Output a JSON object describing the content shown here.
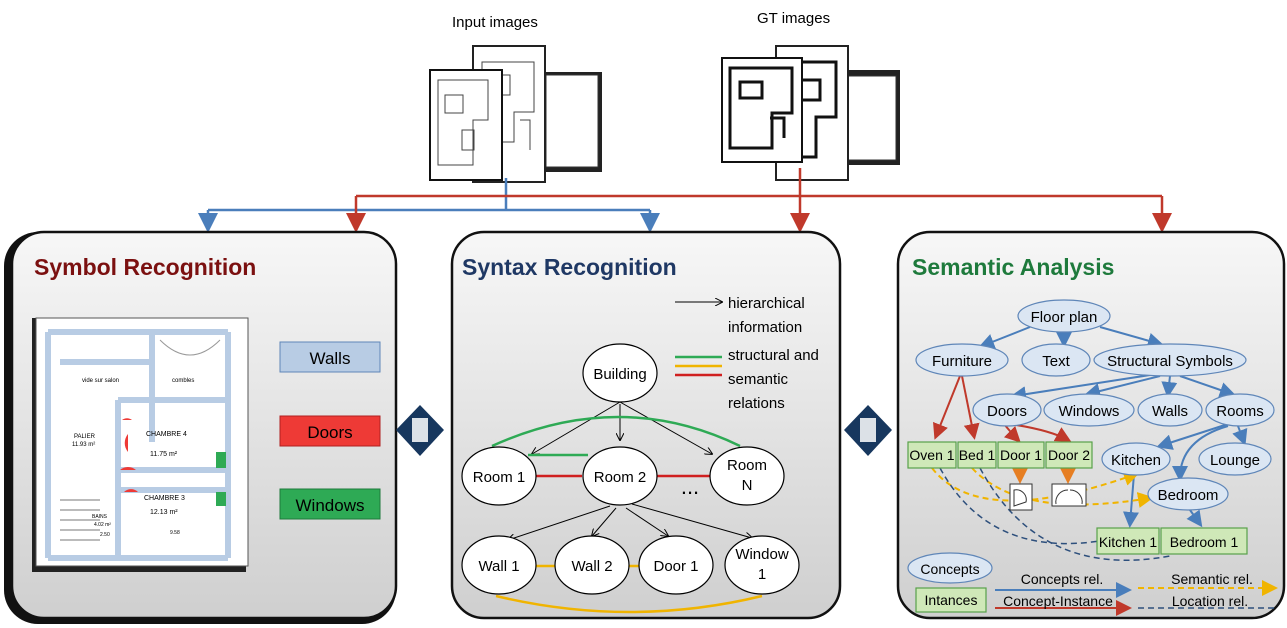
{
  "header": {
    "input_label": "Input images",
    "gt_label": "GT images"
  },
  "panels": {
    "symbol": {
      "title": "Symbol Recognition",
      "title_color": "#7b1010",
      "classes": [
        {
          "label": "Walls",
          "color": "#b8cce4"
        },
        {
          "label": "Doors",
          "color": "#ee3a36"
        },
        {
          "label": "Windows",
          "color": "#2eaa55"
        }
      ],
      "plan": {
        "rooms": [
          "vide sur salon",
          "combles",
          "PALIER",
          "11.93 m²",
          "CHAMBRE 4",
          "11.75 m²",
          "CHAMBRE 3",
          "12.13 m²",
          "BAINS",
          "4.02 m²"
        ],
        "dims": [
          "2.50",
          "9.58"
        ]
      }
    },
    "syntax": {
      "title": "Syntax Recognition",
      "title_color": "#1f3864",
      "legend": {
        "hier_line1": "hierarchical",
        "hier_line2": "information",
        "struct_line1": "structural and",
        "struct_line2": "semantic",
        "struct_line3": "relations"
      },
      "nodes": {
        "building": "Building",
        "room1": "Room 1",
        "room2": "Room 2",
        "roomN_line1": "Room",
        "roomN_line2": "N",
        "dots": "...",
        "wall1": "Wall 1",
        "wall2": "Wall 2",
        "door1": "Door 1",
        "window_line1": "Window",
        "window_line2": "1"
      }
    },
    "semantic": {
      "title": "Semantic Analysis",
      "title_color": "#1e7a3c",
      "concepts": {
        "floor_plan": "Floor plan",
        "furniture": "Furniture",
        "text": "Text",
        "structural": "Structural Symbols",
        "doors": "Doors",
        "windows": "Windows",
        "walls": "Walls",
        "rooms": "Rooms",
        "kitchen": "Kitchen",
        "lounge": "Lounge",
        "bedroom": "Bedroom"
      },
      "instances": {
        "oven1": "Oven 1",
        "bed1": "Bed 1",
        "door1": "Door 1",
        "door2": "Door 2",
        "kitchen1": "Kitchen 1",
        "bedroom1": "Bedroom 1"
      },
      "legend": {
        "concepts": "Concepts",
        "instances": "Intances",
        "concepts_rel": "Concepts rel.",
        "concept_instance": "Concept-Instance",
        "semantic_rel": "Semantic rel.",
        "location_rel": "Location rel."
      }
    }
  },
  "colors": {
    "blue_link": "#4a7ebb",
    "red_link": "#c0392b",
    "green_rel": "#2eaa55",
    "yellow_rel": "#f0b400",
    "connector": "#17375e"
  }
}
